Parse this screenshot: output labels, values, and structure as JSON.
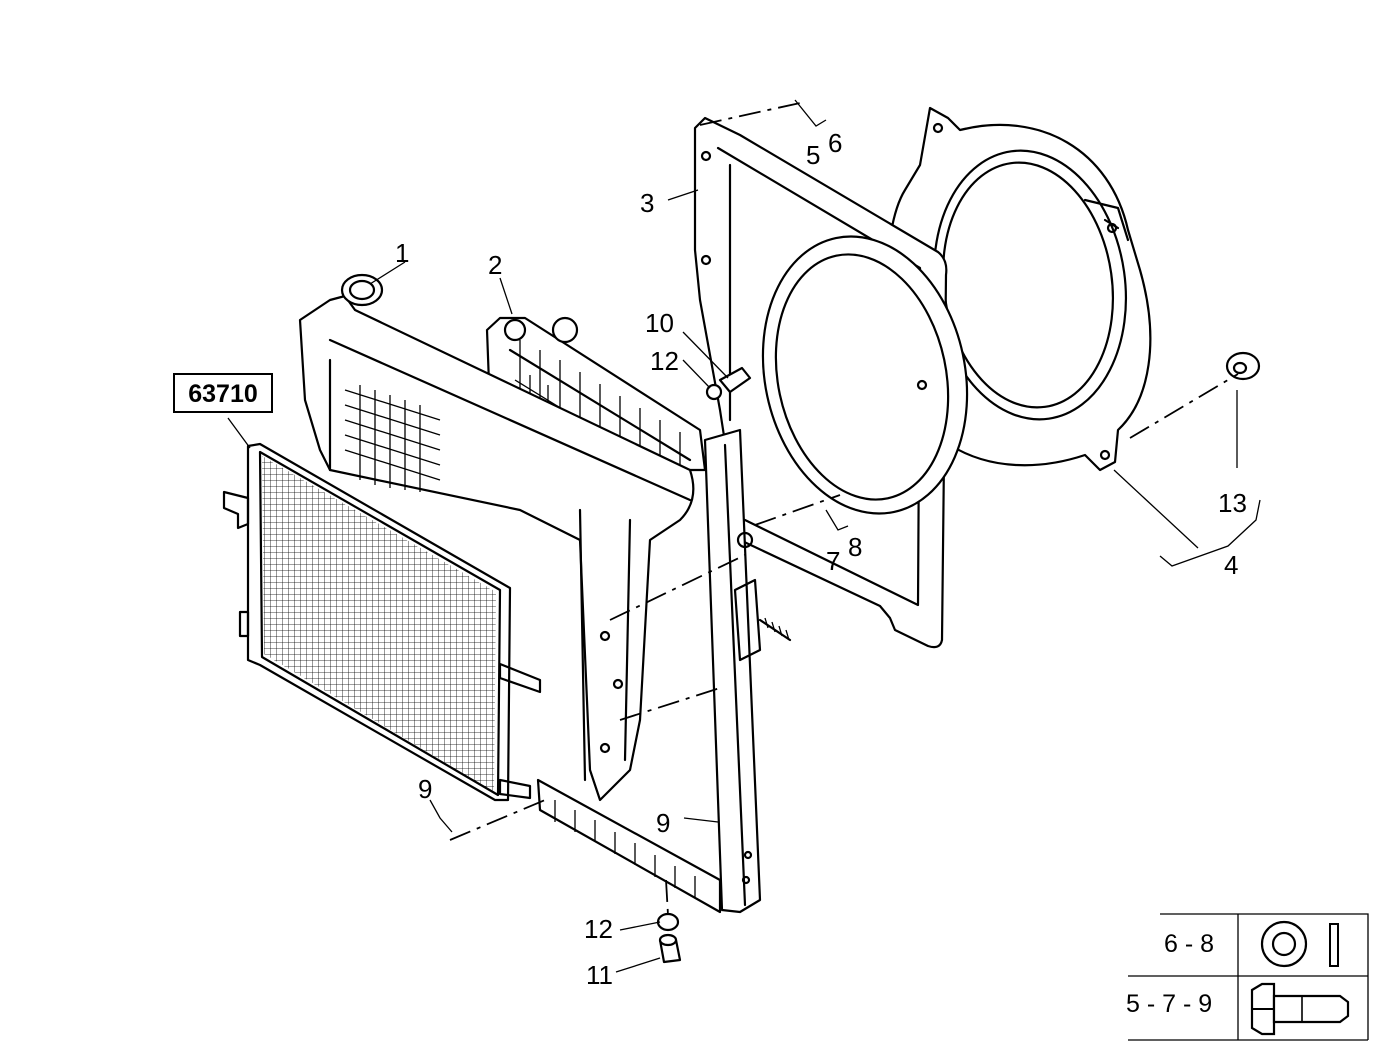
{
  "ref_box": {
    "text": "63710"
  },
  "callouts": {
    "c1": "1",
    "c2": "2",
    "c3": "3",
    "c4": "4",
    "c5": "5",
    "c6": "6",
    "c7": "7",
    "c8": "8",
    "c9a": "9",
    "c9b": "9",
    "c10": "10",
    "c11": "11",
    "c12a": "12",
    "c12b": "12",
    "c13": "13"
  },
  "legend": {
    "row1_label": "6 - 8",
    "row1_icons": [
      "nut-icon",
      "washer-icon"
    ],
    "row2_label": "5 - 7 - 9",
    "row2_icons": [
      "bolt-icon"
    ]
  }
}
